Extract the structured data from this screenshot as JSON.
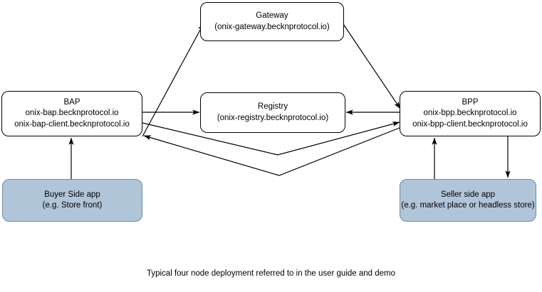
{
  "diagram": {
    "caption": "Typical four node deployment referred to in the user guide and demo",
    "colors": {
      "node_fill_white": "#ffffff",
      "node_fill_blue": "#b0c5d8",
      "node_stroke_black": "#000000",
      "node_stroke_blue": "#6a8aab",
      "connector": "#000000",
      "background": "#ffffff"
    },
    "nodes": [
      {
        "id": "gateway",
        "title": "Gateway",
        "subtitle": "(onix-gateway.becknprotocol.io)",
        "style": "white"
      },
      {
        "id": "bap",
        "title": "BAP",
        "subtitle": "onix-bap.becknprotocol.io",
        "subtitle2": "onix-bap-client.becknprotocol.io",
        "style": "white"
      },
      {
        "id": "registry",
        "title": "Registry",
        "subtitle": "(onix-registry.becknprotocol.io)",
        "style": "white"
      },
      {
        "id": "bpp",
        "title": "BPP",
        "subtitle": "onix-bpp.becknprotocol.io",
        "subtitle2": "onix-bpp-client.becknprotocol.io",
        "style": "white"
      },
      {
        "id": "buyer-app",
        "title": "Buyer Side app",
        "subtitle": "(e.g. Store front)",
        "style": "blue"
      },
      {
        "id": "seller-app",
        "title": "Seller side app",
        "subtitle": "(e.g. market place or headless store)",
        "style": "blue"
      }
    ],
    "connectors": [
      {
        "id": "bap-to-gateway",
        "from": "bap",
        "to": "gateway",
        "direction": "one-way"
      },
      {
        "id": "gateway-to-bpp",
        "from": "gateway",
        "to": "bpp",
        "direction": "one-way"
      },
      {
        "id": "bap-to-registry",
        "from": "bap",
        "to": "registry",
        "direction": "one-way"
      },
      {
        "id": "bpp-to-registry",
        "from": "bpp",
        "to": "registry",
        "direction": "one-way"
      },
      {
        "id": "bap-to-bpp",
        "from": "bap",
        "to": "bpp",
        "direction": "one-way"
      },
      {
        "id": "bpp-to-bap",
        "from": "bpp",
        "to": "bap",
        "direction": "one-way"
      },
      {
        "id": "buyer-app-to-bap",
        "from": "buyer-app",
        "to": "bap",
        "direction": "one-way"
      },
      {
        "id": "seller-app-to-bpp",
        "from": "seller-app",
        "to": "bpp",
        "direction": "one-way"
      },
      {
        "id": "bpp-to-seller-app",
        "from": "bpp",
        "to": "seller-app",
        "direction": "one-way"
      }
    ]
  }
}
